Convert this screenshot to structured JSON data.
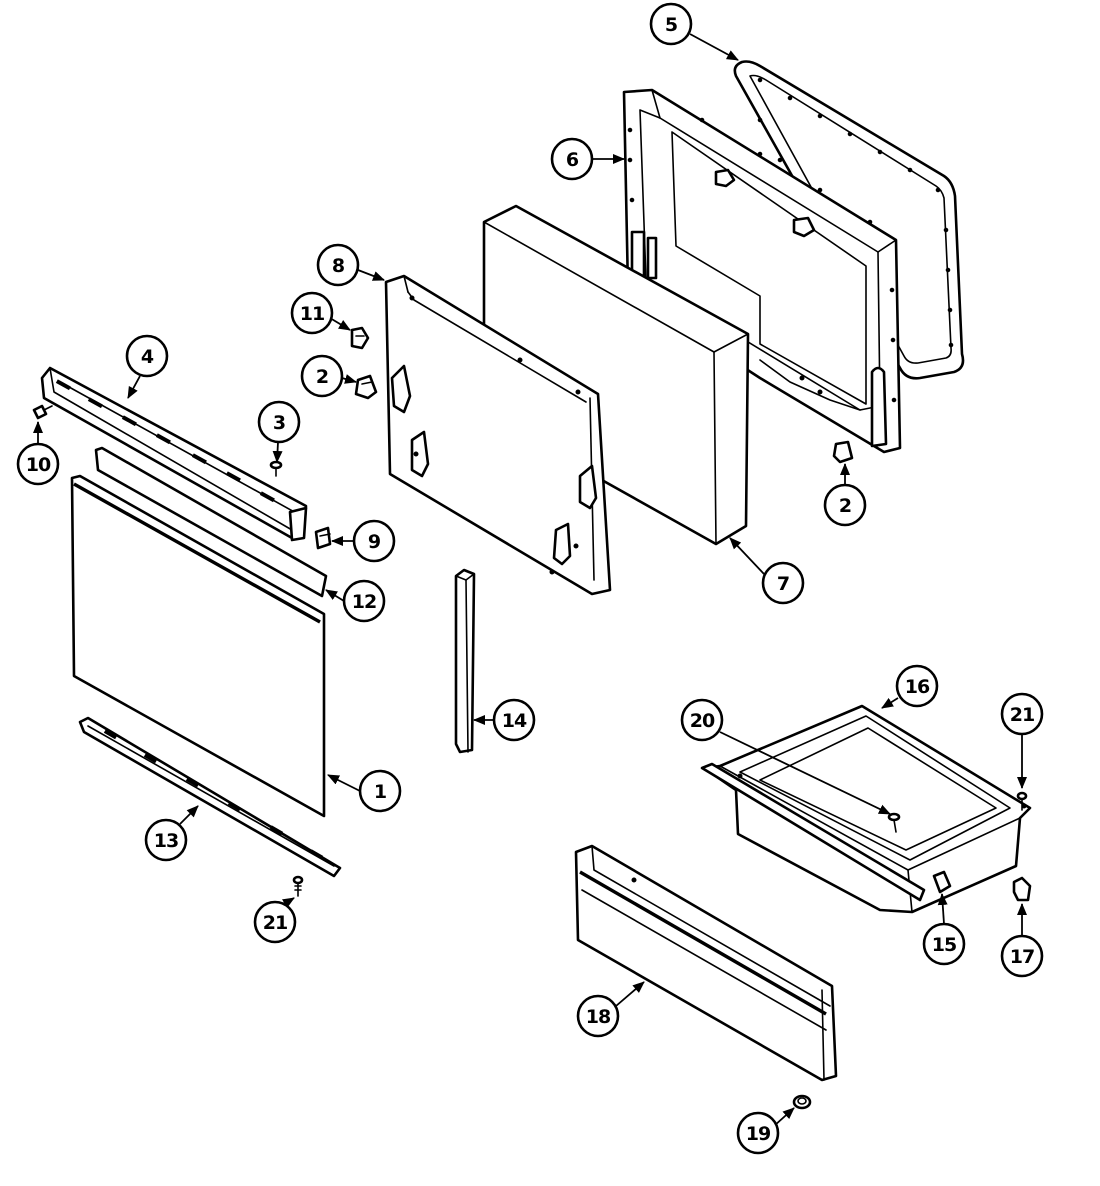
{
  "callouts": [
    {
      "id": "c5",
      "label": "5"
    },
    {
      "id": "c6",
      "label": "6"
    },
    {
      "id": "c8",
      "label": "8"
    },
    {
      "id": "c11",
      "label": "11"
    },
    {
      "id": "c2a",
      "label": "2"
    },
    {
      "id": "c4",
      "label": "4"
    },
    {
      "id": "c3",
      "label": "3"
    },
    {
      "id": "c10",
      "label": "10"
    },
    {
      "id": "c9",
      "label": "9"
    },
    {
      "id": "c12",
      "label": "12"
    },
    {
      "id": "c2b",
      "label": "2"
    },
    {
      "id": "c7",
      "label": "7"
    },
    {
      "id": "c14",
      "label": "14"
    },
    {
      "id": "c1",
      "label": "1"
    },
    {
      "id": "c13",
      "label": "13"
    },
    {
      "id": "c21a",
      "label": "21"
    },
    {
      "id": "c16",
      "label": "16"
    },
    {
      "id": "c20",
      "label": "20"
    },
    {
      "id": "c21b",
      "label": "21"
    },
    {
      "id": "c15",
      "label": "15"
    },
    {
      "id": "c17",
      "label": "17"
    },
    {
      "id": "c18",
      "label": "18"
    },
    {
      "id": "c19",
      "label": "19"
    }
  ]
}
